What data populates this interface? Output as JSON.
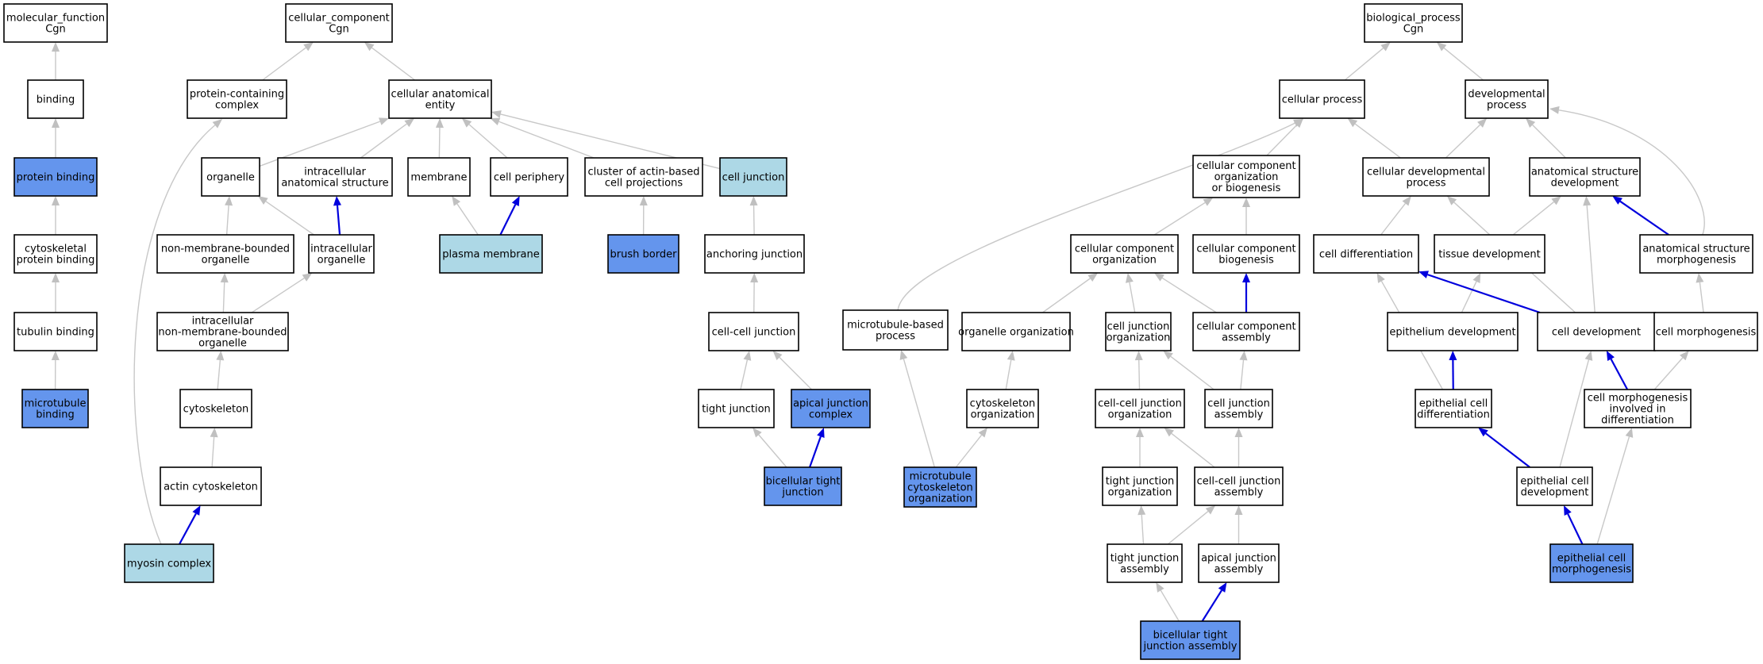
{
  "colors": {
    "white": "#ffffff",
    "highlight_blue": "#6495ed",
    "light_blue": "#add8e6",
    "edge_gray": "#c0c0c0",
    "edge_blue": "#0000dd"
  },
  "nodes": [
    {
      "id": "molecular_function",
      "lines": [
        "molecular_function",
        "Cgn"
      ],
      "fill": "white"
    },
    {
      "id": "binding",
      "lines": [
        "binding"
      ],
      "fill": "white"
    },
    {
      "id": "protein_binding",
      "lines": [
        "protein binding"
      ],
      "fill": "highlight_blue"
    },
    {
      "id": "cytoskeletal_protein_binding",
      "lines": [
        "cytoskeletal",
        "protein binding"
      ],
      "fill": "white"
    },
    {
      "id": "tubulin_binding",
      "lines": [
        "tubulin binding"
      ],
      "fill": "white"
    },
    {
      "id": "microtubule_binding",
      "lines": [
        "microtubule",
        "binding"
      ],
      "fill": "highlight_blue"
    },
    {
      "id": "cellular_component",
      "lines": [
        "cellular_component",
        "Cgn"
      ],
      "fill": "white"
    },
    {
      "id": "protein_containing_complex",
      "lines": [
        "protein-containing",
        "complex"
      ],
      "fill": "white"
    },
    {
      "id": "cellular_anatomical_entity",
      "lines": [
        "cellular anatomical",
        "entity"
      ],
      "fill": "white"
    },
    {
      "id": "organelle",
      "lines": [
        "organelle"
      ],
      "fill": "white"
    },
    {
      "id": "intracellular_anatomical_structure",
      "lines": [
        "intracellular",
        "anatomical structure"
      ],
      "fill": "white"
    },
    {
      "id": "membrane",
      "lines": [
        "membrane"
      ],
      "fill": "white"
    },
    {
      "id": "cell_periphery",
      "lines": [
        "cell periphery"
      ],
      "fill": "white"
    },
    {
      "id": "cluster_actin",
      "lines": [
        "cluster of actin-based",
        "cell projections"
      ],
      "fill": "white"
    },
    {
      "id": "cell_junction",
      "lines": [
        "cell junction"
      ],
      "fill": "light_blue"
    },
    {
      "id": "non_membrane_bounded_organelle",
      "lines": [
        "non-membrane-bounded",
        "organelle"
      ],
      "fill": "white"
    },
    {
      "id": "intracellular_organelle",
      "lines": [
        "intracellular",
        "organelle"
      ],
      "fill": "white"
    },
    {
      "id": "plasma_membrane",
      "lines": [
        "plasma membrane"
      ],
      "fill": "light_blue"
    },
    {
      "id": "brush_border",
      "lines": [
        "brush border"
      ],
      "fill": "highlight_blue"
    },
    {
      "id": "anchoring_junction",
      "lines": [
        "anchoring junction"
      ],
      "fill": "white"
    },
    {
      "id": "intracellular_non_membrane",
      "lines": [
        "intracellular",
        "non-membrane-bounded",
        "organelle"
      ],
      "fill": "white"
    },
    {
      "id": "cell_cell_junction",
      "lines": [
        "cell-cell junction"
      ],
      "fill": "white"
    },
    {
      "id": "cytoskeleton",
      "lines": [
        "cytoskeleton"
      ],
      "fill": "white"
    },
    {
      "id": "tight_junction",
      "lines": [
        "tight junction"
      ],
      "fill": "white"
    },
    {
      "id": "apical_junction_complex",
      "lines": [
        "apical junction",
        "complex"
      ],
      "fill": "highlight_blue"
    },
    {
      "id": "actin_cytoskeleton",
      "lines": [
        "actin cytoskeleton"
      ],
      "fill": "white"
    },
    {
      "id": "bicellular_tight_junction",
      "lines": [
        "bicellular tight",
        "junction"
      ],
      "fill": "highlight_blue"
    },
    {
      "id": "myosin_complex",
      "lines": [
        "myosin complex"
      ],
      "fill": "light_blue"
    },
    {
      "id": "biological_process",
      "lines": [
        "biological_process",
        "Cgn"
      ],
      "fill": "white"
    },
    {
      "id": "cellular_process",
      "lines": [
        "cellular process"
      ],
      "fill": "white"
    },
    {
      "id": "developmental_process",
      "lines": [
        "developmental",
        "process"
      ],
      "fill": "white"
    },
    {
      "id": "ccob",
      "lines": [
        "cellular component",
        "organization",
        "or biogenesis"
      ],
      "fill": "white"
    },
    {
      "id": "cellular_developmental_process",
      "lines": [
        "cellular developmental",
        "process"
      ],
      "fill": "white"
    },
    {
      "id": "anatomical_structure_development",
      "lines": [
        "anatomical structure",
        "development"
      ],
      "fill": "white"
    },
    {
      "id": "cellular_component_organization",
      "lines": [
        "cellular component",
        "organization"
      ],
      "fill": "white"
    },
    {
      "id": "cellular_component_biogenesis",
      "lines": [
        "cellular component",
        "biogenesis"
      ],
      "fill": "white"
    },
    {
      "id": "cell_differentiation",
      "lines": [
        "cell differentiation"
      ],
      "fill": "white"
    },
    {
      "id": "tissue_development",
      "lines": [
        "tissue development"
      ],
      "fill": "white"
    },
    {
      "id": "anatomical_structure_morphogenesis",
      "lines": [
        "anatomical structure",
        "morphogenesis"
      ],
      "fill": "white"
    },
    {
      "id": "microtubule_based_process",
      "lines": [
        "microtubule-based",
        "process"
      ],
      "fill": "white"
    },
    {
      "id": "organelle_organization",
      "lines": [
        "organelle organization"
      ],
      "fill": "white"
    },
    {
      "id": "cell_junction_organization",
      "lines": [
        "cell junction",
        "organization"
      ],
      "fill": "white"
    },
    {
      "id": "cellular_component_assembly",
      "lines": [
        "cellular component",
        "assembly"
      ],
      "fill": "white"
    },
    {
      "id": "epithelium_development",
      "lines": [
        "epithelium development"
      ],
      "fill": "white"
    },
    {
      "id": "cell_development",
      "lines": [
        "cell development"
      ],
      "fill": "white"
    },
    {
      "id": "cell_morphogenesis",
      "lines": [
        "cell morphogenesis"
      ],
      "fill": "white"
    },
    {
      "id": "cytoskeleton_organization",
      "lines": [
        "cytoskeleton",
        "organization"
      ],
      "fill": "white"
    },
    {
      "id": "cell_cell_junction_organization",
      "lines": [
        "cell-cell junction",
        "organization"
      ],
      "fill": "white"
    },
    {
      "id": "cell_junction_assembly",
      "lines": [
        "cell junction",
        "assembly"
      ],
      "fill": "white"
    },
    {
      "id": "epithelial_cell_differentiation",
      "lines": [
        "epithelial cell",
        "differentiation"
      ],
      "fill": "white"
    },
    {
      "id": "cell_morph_diff",
      "lines": [
        "cell morphogenesis",
        "involved in",
        "differentiation"
      ],
      "fill": "white"
    },
    {
      "id": "microtubule_cytoskeleton_organization",
      "lines": [
        "microtubule",
        "cytoskeleton",
        "organization"
      ],
      "fill": "highlight_blue"
    },
    {
      "id": "tight_junction_organization",
      "lines": [
        "tight junction",
        "organization"
      ],
      "fill": "white"
    },
    {
      "id": "cell_cell_junction_assembly",
      "lines": [
        "cell-cell junction",
        "assembly"
      ],
      "fill": "white"
    },
    {
      "id": "epithelial_cell_development",
      "lines": [
        "epithelial cell",
        "development"
      ],
      "fill": "white"
    },
    {
      "id": "tight_junction_assembly",
      "lines": [
        "tight junction",
        "assembly"
      ],
      "fill": "white"
    },
    {
      "id": "apical_junction_assembly",
      "lines": [
        "apical junction",
        "assembly"
      ],
      "fill": "white"
    },
    {
      "id": "epithelial_cell_morphogenesis",
      "lines": [
        "epithelial cell",
        "morphogenesis"
      ],
      "fill": "highlight_blue"
    },
    {
      "id": "bicellular_tight_junction_assembly",
      "lines": [
        "bicellular tight",
        "junction assembly"
      ],
      "fill": "highlight_blue"
    }
  ],
  "edges": [
    {
      "from": "binding",
      "to": "molecular_function",
      "color": "gray"
    },
    {
      "from": "protein_binding",
      "to": "binding",
      "color": "gray"
    },
    {
      "from": "cytoskeletal_protein_binding",
      "to": "protein_binding",
      "color": "gray"
    },
    {
      "from": "tubulin_binding",
      "to": "cytoskeletal_protein_binding",
      "color": "gray"
    },
    {
      "from": "microtubule_binding",
      "to": "tubulin_binding",
      "color": "gray"
    },
    {
      "from": "protein_containing_complex",
      "to": "cellular_component",
      "color": "gray"
    },
    {
      "from": "cellular_anatomical_entity",
      "to": "cellular_component",
      "color": "gray"
    },
    {
      "from": "organelle",
      "to": "cellular_anatomical_entity",
      "color": "gray"
    },
    {
      "from": "intracellular_anatomical_structure",
      "to": "cellular_anatomical_entity",
      "color": "gray"
    },
    {
      "from": "membrane",
      "to": "cellular_anatomical_entity",
      "color": "gray"
    },
    {
      "from": "cell_periphery",
      "to": "cellular_anatomical_entity",
      "color": "gray"
    },
    {
      "from": "cluster_actin",
      "to": "cellular_anatomical_entity",
      "color": "gray"
    },
    {
      "from": "cell_junction",
      "to": "cellular_anatomical_entity",
      "color": "gray"
    },
    {
      "from": "non_membrane_bounded_organelle",
      "to": "organelle",
      "color": "gray"
    },
    {
      "from": "intracellular_organelle",
      "to": "organelle",
      "color": "gray"
    },
    {
      "from": "intracellular_organelle",
      "to": "intracellular_anatomical_structure",
      "color": "blue"
    },
    {
      "from": "plasma_membrane",
      "to": "membrane",
      "color": "gray"
    },
    {
      "from": "plasma_membrane",
      "to": "cell_periphery",
      "color": "blue"
    },
    {
      "from": "brush_border",
      "to": "cluster_actin",
      "color": "gray"
    },
    {
      "from": "anchoring_junction",
      "to": "cell_junction",
      "color": "gray"
    },
    {
      "from": "intracellular_non_membrane",
      "to": "non_membrane_bounded_organelle",
      "color": "gray"
    },
    {
      "from": "intracellular_non_membrane",
      "to": "intracellular_organelle",
      "color": "gray"
    },
    {
      "from": "cell_cell_junction",
      "to": "anchoring_junction",
      "color": "gray"
    },
    {
      "from": "cytoskeleton",
      "to": "intracellular_non_membrane",
      "color": "gray"
    },
    {
      "from": "tight_junction",
      "to": "cell_cell_junction",
      "color": "gray"
    },
    {
      "from": "apical_junction_complex",
      "to": "cell_cell_junction",
      "color": "gray"
    },
    {
      "from": "actin_cytoskeleton",
      "to": "cytoskeleton",
      "color": "gray"
    },
    {
      "from": "bicellular_tight_junction",
      "to": "tight_junction",
      "color": "gray"
    },
    {
      "from": "bicellular_tight_junction",
      "to": "apical_junction_complex",
      "color": "blue"
    },
    {
      "from": "myosin_complex",
      "to": "actin_cytoskeleton",
      "color": "blue"
    },
    {
      "from": "myosin_complex",
      "to": "protein_containing_complex",
      "color": "gray",
      "route": "myosin_long"
    },
    {
      "from": "cellular_process",
      "to": "biological_process",
      "color": "gray"
    },
    {
      "from": "developmental_process",
      "to": "biological_process",
      "color": "gray"
    },
    {
      "from": "ccob",
      "to": "cellular_process",
      "color": "gray"
    },
    {
      "from": "cellular_developmental_process",
      "to": "cellular_process",
      "color": "gray"
    },
    {
      "from": "cellular_developmental_process",
      "to": "developmental_process",
      "color": "gray"
    },
    {
      "from": "anatomical_structure_development",
      "to": "developmental_process",
      "color": "gray"
    },
    {
      "from": "anatomical_structure_morphogenesis",
      "to": "developmental_process",
      "color": "gray",
      "route": "asm_long"
    },
    {
      "from": "microtubule_based_process",
      "to": "cellular_process",
      "color": "gray",
      "route": "mbp_long"
    },
    {
      "from": "cellular_component_organization",
      "to": "ccob",
      "color": "gray"
    },
    {
      "from": "cellular_component_biogenesis",
      "to": "ccob",
      "color": "gray"
    },
    {
      "from": "cell_differentiation",
      "to": "cellular_developmental_process",
      "color": "gray"
    },
    {
      "from": "tissue_development",
      "to": "anatomical_structure_development",
      "color": "gray"
    },
    {
      "from": "anatomical_structure_morphogenesis",
      "to": "anatomical_structure_development",
      "color": "blue"
    },
    {
      "from": "organelle_organization",
      "to": "cellular_component_organization",
      "color": "gray"
    },
    {
      "from": "cell_junction_organization",
      "to": "cellular_component_organization",
      "color": "gray"
    },
    {
      "from": "cellular_component_assembly",
      "to": "cellular_component_organization",
      "color": "gray"
    },
    {
      "from": "cellular_component_assembly",
      "to": "cellular_component_biogenesis",
      "color": "blue"
    },
    {
      "from": "epithelium_development",
      "to": "tissue_development",
      "color": "gray"
    },
    {
      "from": "cell_development",
      "to": "cell_differentiation",
      "color": "blue"
    },
    {
      "from": "cell_development",
      "to": "cellular_developmental_process",
      "color": "gray"
    },
    {
      "from": "cell_development",
      "to": "anatomical_structure_development",
      "color": "gray"
    },
    {
      "from": "cell_morphogenesis",
      "to": "anatomical_structure_morphogenesis",
      "color": "gray"
    },
    {
      "from": "cytoskeleton_organization",
      "to": "organelle_organization",
      "color": "gray"
    },
    {
      "from": "cell_cell_junction_organization",
      "to": "cell_junction_organization",
      "color": "gray"
    },
    {
      "from": "cell_junction_assembly",
      "to": "cell_junction_organization",
      "color": "gray"
    },
    {
      "from": "cell_junction_assembly",
      "to": "cellular_component_assembly",
      "color": "gray"
    },
    {
      "from": "epithelial_cell_differentiation",
      "to": "cell_differentiation",
      "color": "gray"
    },
    {
      "from": "epithelial_cell_differentiation",
      "to": "epithelium_development",
      "color": "blue"
    },
    {
      "from": "cell_morph_diff",
      "to": "cell_development",
      "color": "blue"
    },
    {
      "from": "cell_morph_diff",
      "to": "cell_morphogenesis",
      "color": "gray"
    },
    {
      "from": "microtubule_cytoskeleton_organization",
      "to": "microtubule_based_process",
      "color": "gray"
    },
    {
      "from": "microtubule_cytoskeleton_organization",
      "to": "cytoskeleton_organization",
      "color": "gray"
    },
    {
      "from": "tight_junction_organization",
      "to": "cell_cell_junction_organization",
      "color": "gray"
    },
    {
      "from": "cell_cell_junction_assembly",
      "to": "cell_cell_junction_organization",
      "color": "gray"
    },
    {
      "from": "cell_cell_junction_assembly",
      "to": "cell_junction_assembly",
      "color": "gray"
    },
    {
      "from": "epithelial_cell_development",
      "to": "epithelial_cell_differentiation",
      "color": "blue"
    },
    {
      "from": "epithelial_cell_development",
      "to": "cell_development",
      "color": "gray"
    },
    {
      "from": "tight_junction_assembly",
      "to": "tight_junction_organization",
      "color": "gray"
    },
    {
      "from": "tight_junction_assembly",
      "to": "cell_cell_junction_assembly",
      "color": "gray"
    },
    {
      "from": "apical_junction_assembly",
      "to": "cell_cell_junction_assembly",
      "color": "gray"
    },
    {
      "from": "epithelial_cell_morphogenesis",
      "to": "epithelial_cell_development",
      "color": "blue"
    },
    {
      "from": "epithelial_cell_morphogenesis",
      "to": "cell_morph_diff",
      "color": "gray"
    },
    {
      "from": "bicellular_tight_junction_assembly",
      "to": "tight_junction_assembly",
      "color": "gray"
    },
    {
      "from": "bicellular_tight_junction_assembly",
      "to": "apical_junction_assembly",
      "color": "blue"
    }
  ]
}
